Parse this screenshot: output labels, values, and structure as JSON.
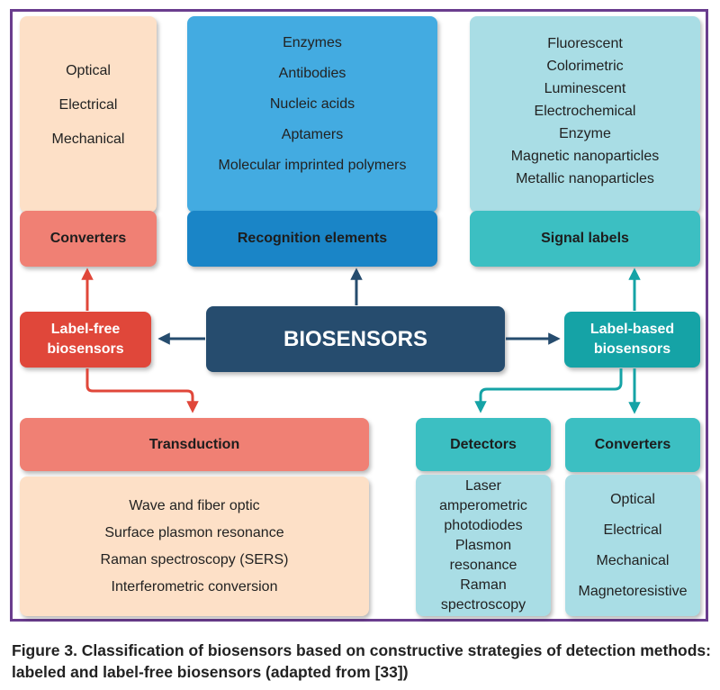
{
  "center": "BIOSENSORS",
  "top_left": {
    "items": [
      "Optical",
      "Electrical",
      "Mechanical"
    ],
    "header": "Converters"
  },
  "top_mid": {
    "items": [
      "Enzymes",
      "Antibodies",
      "Nucleic acids",
      "Aptamers",
      "Molecular imprinted polymers"
    ],
    "header": "Recognition elements"
  },
  "top_right": {
    "items": [
      "Fluorescent",
      "Colorimetric",
      "Luminescent",
      "Electrochemical",
      "Enzyme",
      "Magnetic nanoparticles",
      "Metallic nanoparticles"
    ],
    "header": "Signal labels"
  },
  "label_free": "Label-free biosensors",
  "label_based": "Label-based biosensors",
  "transduction": {
    "header": "Transduction",
    "items": [
      "Wave and fiber optic",
      "Surface plasmon resonance",
      "Raman spectroscopy (SERS)",
      "Interferometric conversion"
    ]
  },
  "detectors": {
    "header": "Detectors",
    "items": [
      "Laser",
      "amperometric",
      "photodiodes",
      "Plasmon",
      "resonance",
      "Raman",
      "spectroscopy"
    ]
  },
  "bottom_converters": {
    "header": "Converters",
    "items": [
      "Optical",
      "Electrical",
      "Mechanical",
      "Magnetoresistive"
    ]
  },
  "caption": "Figure 3. Classification of biosensors based on constructive strategies of detection methods: labeled and label-free biosensors (adapted from [33])",
  "colors": {
    "frame": "#6a3d8e",
    "peach": "#fde0c7",
    "salmon": "#f08074",
    "red": "#e0473a",
    "blue_light": "#43abe1",
    "blue": "#1a85c7",
    "aqua_light": "#a9dde5",
    "aqua": "#3cbfc2",
    "teal": "#15a3a6",
    "navy": "#264c6e"
  }
}
